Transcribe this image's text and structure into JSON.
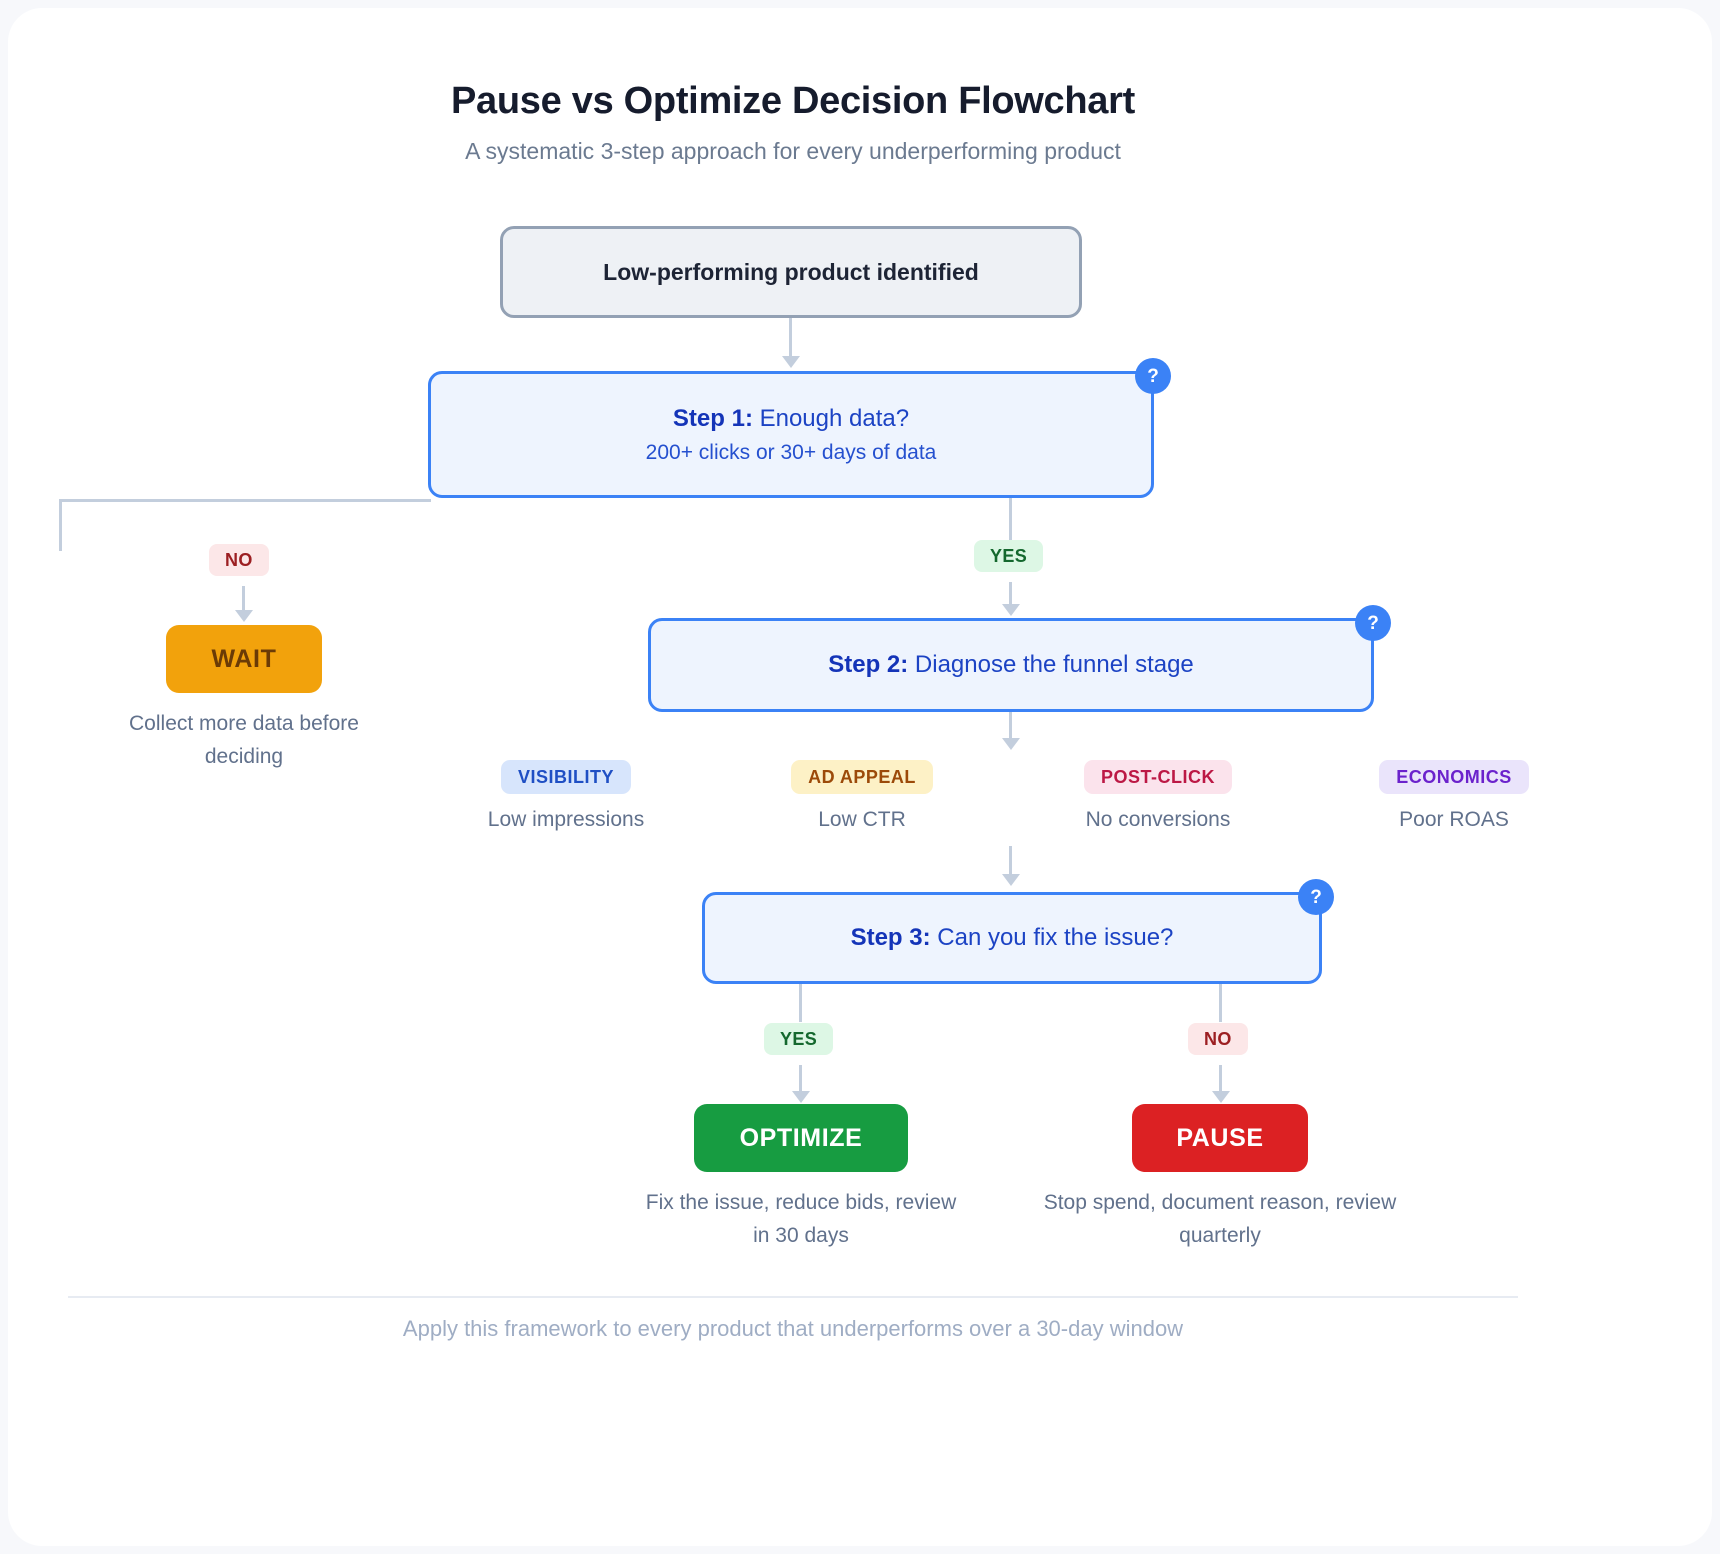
{
  "header": {
    "title": "Pause vs Optimize Decision Flowchart",
    "subtitle": "A systematic 3-step approach for every underperforming product"
  },
  "start": {
    "label": "Low-performing product identified"
  },
  "steps": [
    {
      "id": "step1",
      "prefix": "Step 1:",
      "question": " Enough data?",
      "detail": "200+ clicks or 30+ days of data",
      "badge": "?"
    },
    {
      "id": "step2",
      "prefix": "Step 2:",
      "question": " Diagnose the funnel stage",
      "detail": "",
      "badge": "?"
    },
    {
      "id": "step3",
      "prefix": "Step 3:",
      "question": " Can you fix the issue?",
      "detail": "",
      "badge": "?"
    }
  ],
  "branches": {
    "step1_no": "NO",
    "step1_yes": "YES",
    "step3_yes": "YES",
    "step3_no": "NO"
  },
  "outcomes": [
    {
      "id": "wait",
      "label": "WAIT",
      "caption": "Collect more data before deciding"
    },
    {
      "id": "optimize",
      "label": "OPTIMIZE",
      "caption": "Fix the issue, reduce bids, review in 30 days"
    },
    {
      "id": "pause",
      "label": "PAUSE",
      "caption": "Stop spend, document reason, review quarterly"
    }
  ],
  "funnel_stages": [
    {
      "label": "VISIBILITY",
      "desc": "Low impressions"
    },
    {
      "label": "AD APPEAL",
      "desc": "Low CTR"
    },
    {
      "label": "POST-CLICK",
      "desc": "No conversions"
    },
    {
      "label": "ECONOMICS",
      "desc": "Poor ROAS"
    }
  ],
  "footer": {
    "note": "Apply this framework to every product that underperforms over a 30-day window"
  },
  "colors": {
    "accent_blue": "#3b82f6",
    "wait_orange": "#f2a20c",
    "optimize_green": "#179c41",
    "pause_red": "#dc2123",
    "connector": "#c3cedd"
  }
}
